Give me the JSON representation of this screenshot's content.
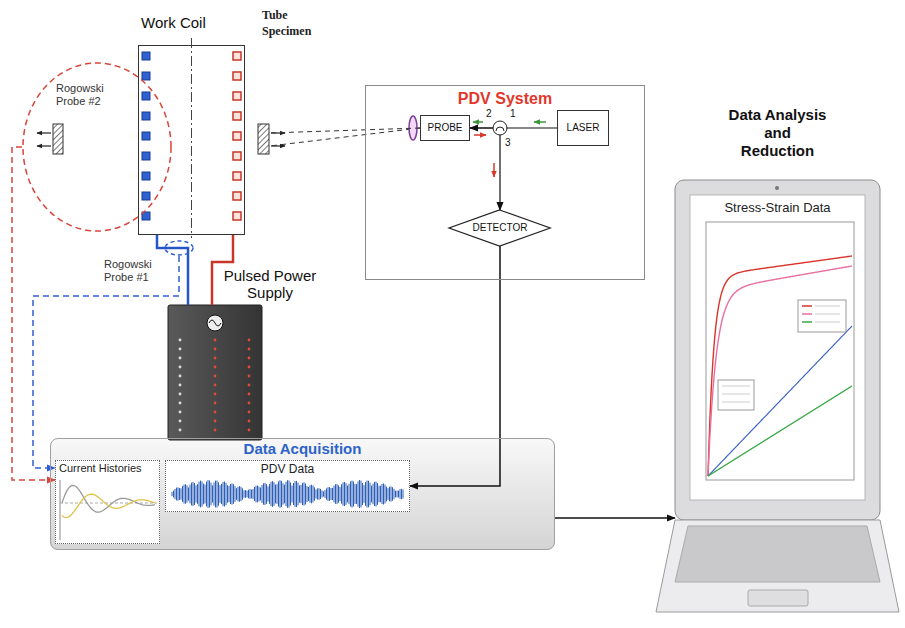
{
  "diagram": {
    "nodes": [
      {
        "text": [
          "Work Coil"
        ]
      },
      {
        "text": [
          "Tube Specimen"
        ]
      },
      {
        "text": [
          "Rogowski Probe #2"
        ]
      },
      {
        "text": [
          "Rogowski Probe #1"
        ]
      },
      {
        "text": [
          "Pulsed Power Supply"
        ]
      },
      {
        "text": [
          "PDV System"
        ]
      },
      {
        "text": [
          "PROBE"
        ],
        "in": 5
      },
      {
        "text": [
          "LASER"
        ],
        "in": 5
      },
      {
        "text": [
          "DETECTOR"
        ],
        "in": 5
      },
      {
        "text": [
          "Data Acquisition"
        ]
      },
      {
        "text": [
          "Current Histories"
        ],
        "in": 9
      },
      {
        "text": [
          "PDV Data"
        ],
        "in": 9
      },
      {
        "text": [
          "Data Analysis and Reduction"
        ]
      },
      {
        "text": [
          "Stress-Strain Data"
        ],
        "in": 12
      }
    ],
    "edges": [
      {
        "from": 0,
        "to": 4,
        "arrow": "none"
      },
      {
        "from": 0,
        "to": 4,
        "arrow": "none"
      },
      {
        "from": 7,
        "to": 6,
        "arrow": "to"
      },
      {
        "from": 6,
        "to": 8,
        "arrow": "to"
      },
      {
        "from": 6,
        "to": 1,
        "arrow": "none"
      },
      {
        "from": 2,
        "to": 10,
        "arrow": "to"
      },
      {
        "from": 3,
        "to": 10,
        "arrow": "to"
      },
      {
        "from": 8,
        "to": 11,
        "arrow": "to"
      },
      {
        "from": 9,
        "to": 12,
        "arrow": "to"
      }
    ],
    "labels": [
      "1",
      "2",
      "3"
    ]
  }
}
